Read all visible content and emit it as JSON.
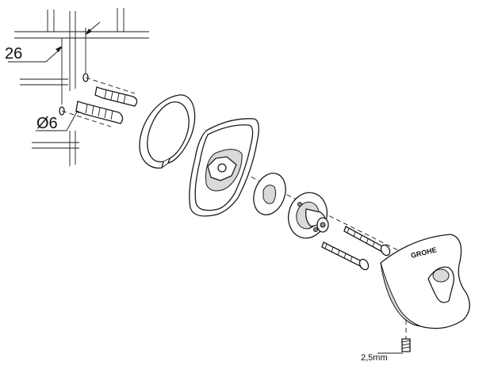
{
  "dimensions": {
    "spacing_label": "26",
    "diameter_label": "Ø6",
    "hex_key_label": "2,5mm"
  },
  "logo": {
    "brand_text": "GROHE"
  }
}
